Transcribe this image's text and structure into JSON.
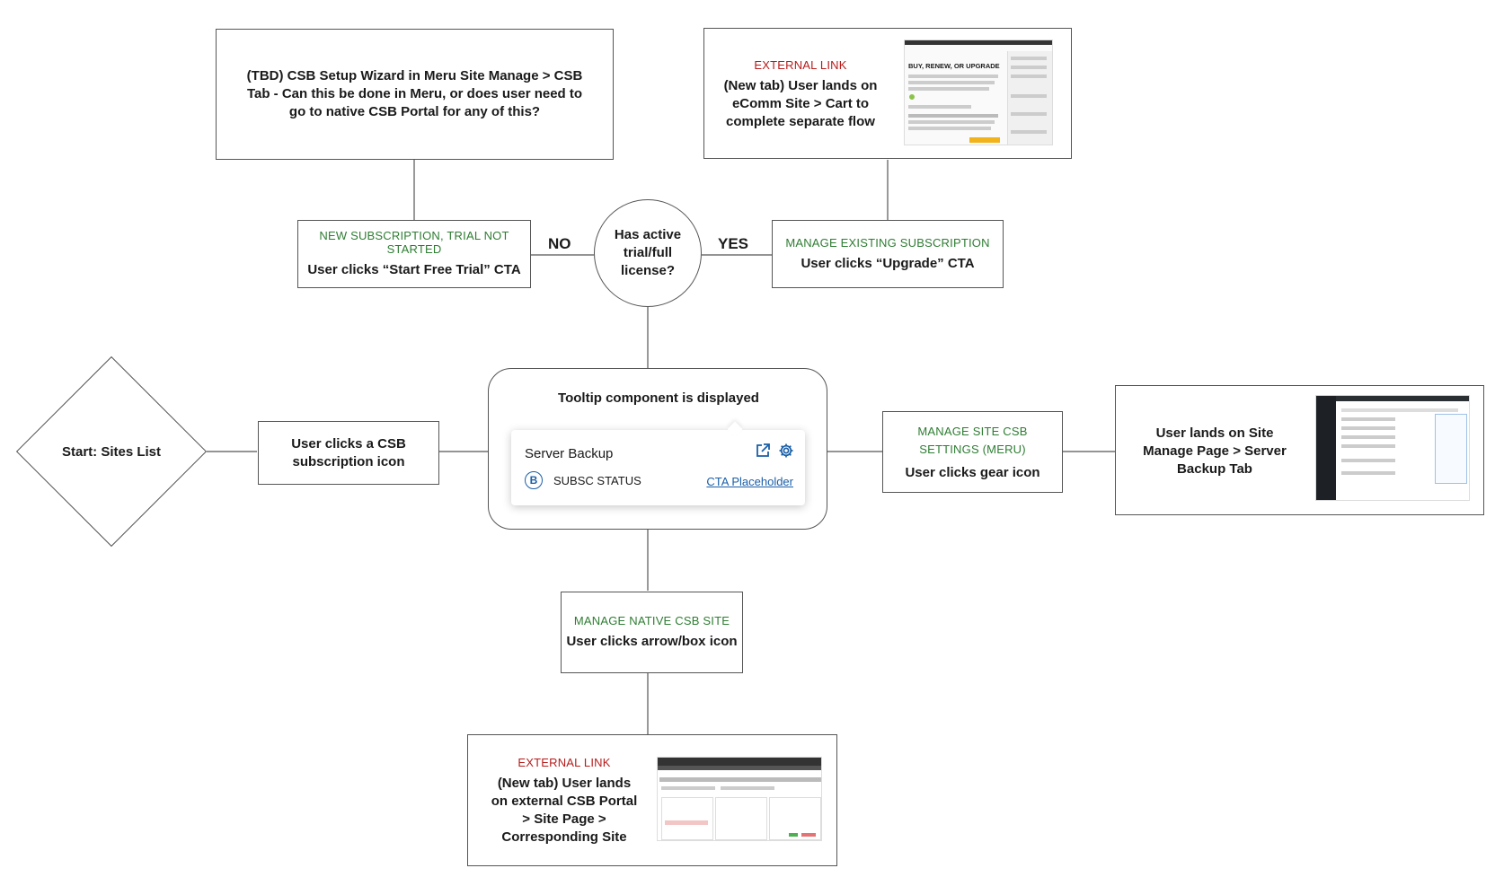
{
  "nodes": {
    "start": {
      "label": "Start: Sites List"
    },
    "click_icon": {
      "label": "User clicks a CSB subscription icon"
    },
    "tooltip": {
      "title": "Tooltip component is displayed",
      "card": {
        "name": "Server Backup",
        "badge": "B",
        "status": "SUBSC STATUS",
        "cta": "CTA Placeholder"
      }
    },
    "decision": {
      "label": "Has active trial/full license?"
    },
    "edge_no": "NO",
    "edge_yes": "YES",
    "new_sub": {
      "tag": "NEW SUBSCRIPTION, TRIAL NOT STARTED",
      "label": "User clicks “Start Free Trial” CTA"
    },
    "manage_sub": {
      "tag": "MANAGE EXISTING SUBSCRIPTION",
      "label": "User clicks “Upgrade” CTA"
    },
    "setup_wizard": {
      "label": "(TBD) CSB Setup Wizard in Meru Site Manage > CSB Tab - Can this be done in Meru, or does user need to go to native CSB Portal for any of this?"
    },
    "ecomm": {
      "tag": "EXTERNAL LINK",
      "label": "(New tab) User lands on eComm Site > Cart to complete separate flow",
      "thumb_heading": "BUY, RENEW, OR UPGRADE"
    },
    "site_settings": {
      "tag": "MANAGE SITE CSB SETTINGS (MERU)",
      "label": "User clicks gear icon"
    },
    "site_manage": {
      "label": "User lands on Site Manage Page > Server Backup Tab"
    },
    "native_site": {
      "tag": "MANAGE NATIVE CSB SITE",
      "label": "User clicks arrow/box icon"
    },
    "portal": {
      "tag": "EXTERNAL LINK",
      "label": "(New tab) User lands on external CSB Portal > Site Page > Corresponding Site"
    }
  },
  "colors": {
    "green": "#2e7d32",
    "red": "#b71c1c",
    "link": "#1a5fa8",
    "border": "#555555"
  },
  "icons": [
    "external-link-icon",
    "gear-icon"
  ]
}
